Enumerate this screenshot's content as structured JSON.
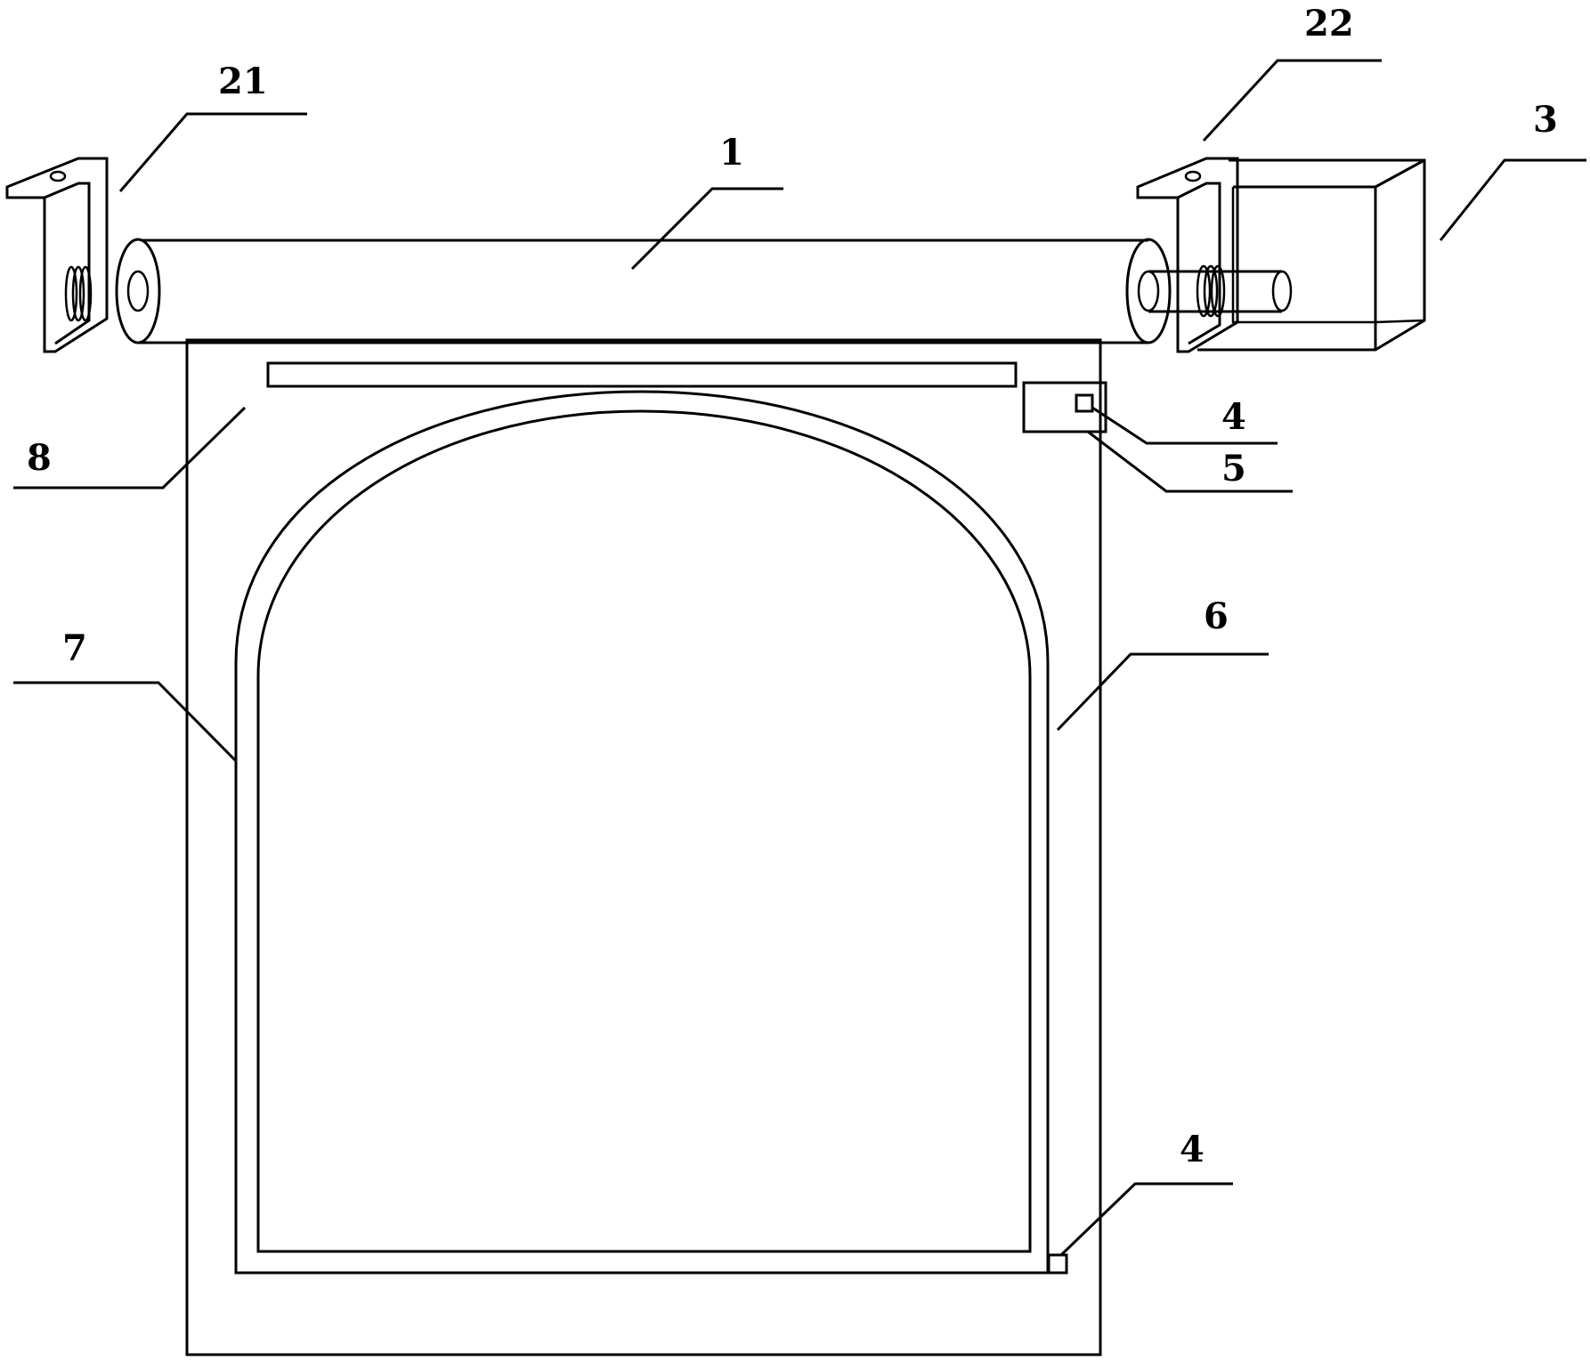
{
  "colors": {
    "stroke": "#000000",
    "background": "#ffffff"
  },
  "labels": {
    "l21": "21",
    "l22": "22",
    "l1": "1",
    "l3": "3",
    "l8": "8",
    "l4a": "4",
    "l5": "5",
    "l6": "6",
    "l7": "7",
    "l4b": "4"
  }
}
